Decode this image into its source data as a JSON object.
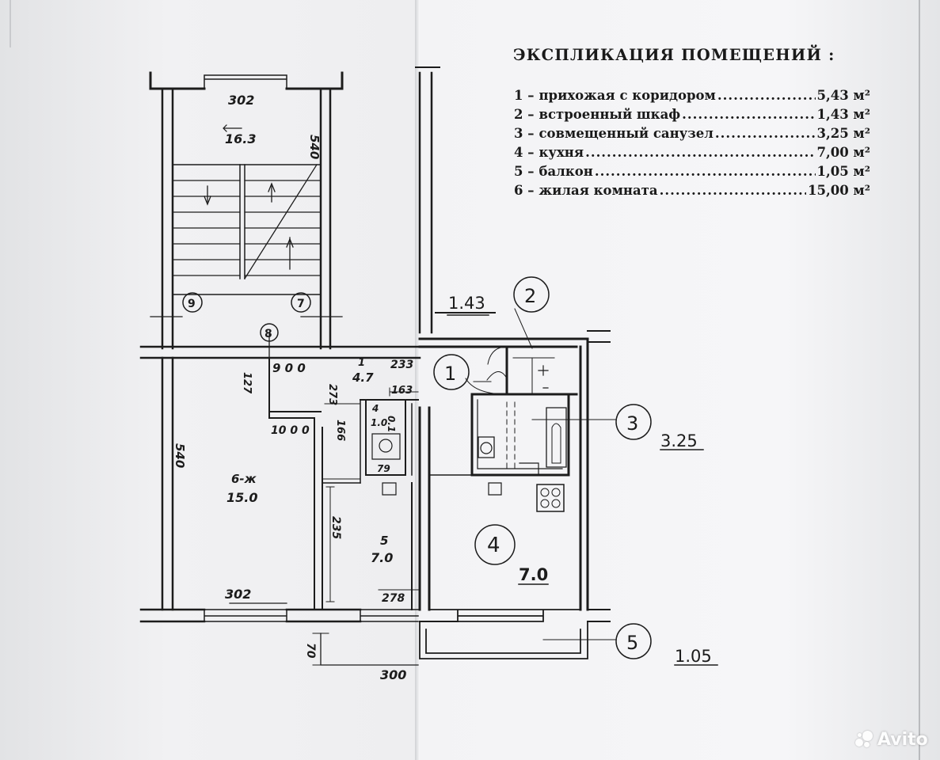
{
  "explication": {
    "title": "ЭКСПЛИКАЦИЯ ПОМЕЩЕНИЙ :",
    "rooms": [
      {
        "num": "1 –",
        "name": "прихожая с коридором",
        "area": "5,43 м²"
      },
      {
        "num": "2 –",
        "name": "встроенный шкаф",
        "area": "1,43 м²"
      },
      {
        "num": "3 –",
        "name": "совмещенный санузел",
        "area": "3,25 м²"
      },
      {
        "num": "4 –",
        "name": "кухня",
        "area": "7,00 м²"
      },
      {
        "num": "5 –",
        "name": "балкон",
        "area": "1,05 м²"
      },
      {
        "num": "6 –",
        "name": "жилая комната",
        "area": "15,00 м²"
      }
    ]
  },
  "plan": {
    "stair_width": "302",
    "stair_area": "16.3",
    "stair_length": "540",
    "axis_9": "9",
    "axis_7": "7",
    "axis_8": "8",
    "dim_900": "9 0 0",
    "dim_127": "127",
    "dim_1000": "10 0 0",
    "room6_length": "540",
    "room6_label": "6-ж",
    "room6_area": "15.0",
    "room6_width": "302",
    "hall_num": "1",
    "hall_area": "4.7",
    "hall_dim_233": "233",
    "dim_163": "163",
    "dim_273": "273",
    "dim_166": "166",
    "wc_num": "4",
    "wc_area_a": "1.0",
    "wc_area_b": "0.1",
    "wc_dim_79": "79",
    "dim_235": "235",
    "room5_num": "5",
    "room5_area": "7.0",
    "dim_278": "278",
    "balcony_depth": "70",
    "balcony_length": "300",
    "closet_area": "1.43",
    "closet_num": "2",
    "hall_circle": "1",
    "bath_circle": "3",
    "bath_area": "3.25",
    "kitchen_circle": "4",
    "kitchen_area": "7.0",
    "balcony_circle": "5",
    "balcony_area": "1.05"
  },
  "watermark": {
    "text": "Avito"
  }
}
